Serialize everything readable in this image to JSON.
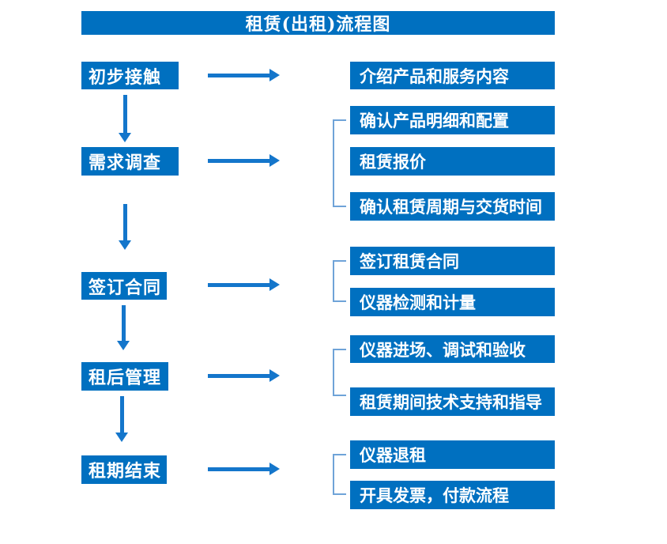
{
  "title": "租赁(出租)流程图",
  "colors": {
    "box": "#0070C0",
    "arrow": "#1476CB",
    "bracket": "#6FA3D8",
    "text": "#FFFFFF"
  },
  "steps": [
    {
      "label": "初步接触",
      "outputs": [
        "介绍产品和服务内容"
      ]
    },
    {
      "label": "需求调查",
      "outputs": [
        "确认产品明细和配置",
        "租赁报价",
        "确认租赁周期与交货时间"
      ]
    },
    {
      "label": "签订合同",
      "outputs": [
        "签订租赁合同",
        "仪器检测和计量"
      ]
    },
    {
      "label": "租后管理",
      "outputs": [
        "仪器进场、调试和验收",
        "租赁期间技术支持和指导"
      ]
    },
    {
      "label": "租期结束",
      "outputs": [
        "仪器退租",
        "开具发票，付款流程"
      ]
    }
  ]
}
